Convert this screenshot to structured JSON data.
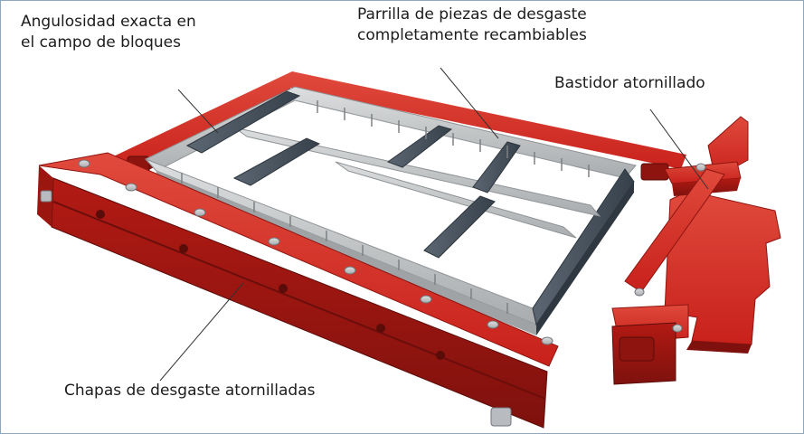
{
  "labels": {
    "angularity": {
      "line1": "Angulosidad exacta en",
      "line2": "el campo de bloques"
    },
    "grid": {
      "line1": "Parrilla de piezas de desgaste",
      "line2": "completamente recambiables"
    },
    "frame": {
      "line1": "Bastidor atornillado"
    },
    "wear_plates": {
      "line1": "Chapas de desgaste atornilladas"
    }
  },
  "colors": {
    "frame_border": "#8fa7bd",
    "red_plate": "#c8211b",
    "red_plate_dark": "#8e1410",
    "grid_light": "#c7c9cb",
    "grid_dark": "#4a5561",
    "bolt": "#b8bcc0",
    "leader_line": "#333333"
  }
}
